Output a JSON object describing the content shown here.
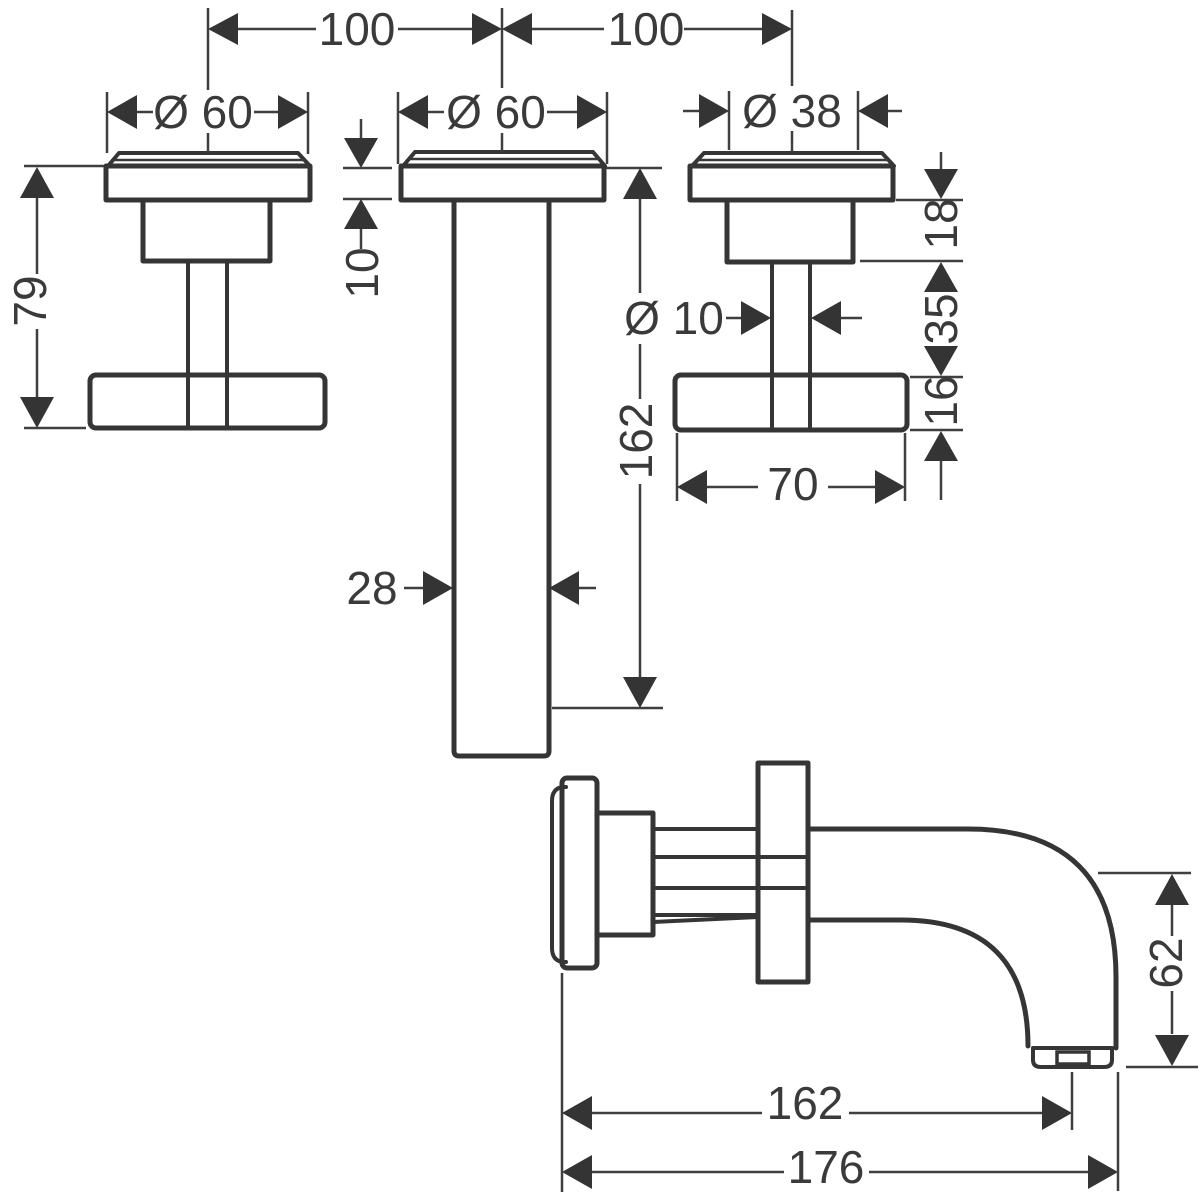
{
  "view_front": {
    "dim_handle_spacing_left": "100",
    "dim_handle_spacing_right": "100",
    "dim_left_escutcheon_diameter": "Ø 60",
    "dim_spout_escutcheon_diameter": "Ø 60",
    "dim_right_handle_body_diameter": "Ø 38",
    "dim_handle_total_height": "79",
    "dim_escutcheon_height": "10",
    "dim_stem_diameter": "Ø 10",
    "dim_spout_tube_length": "162",
    "dim_spout_tube_diameter": "28",
    "dim_escutcheon_to_body": "18",
    "dim_body_to_handle": "35",
    "dim_handle_bar_thickness": "16",
    "dim_handle_bar_length": "70"
  },
  "view_side": {
    "dim_outlet_drop_height": "62",
    "dim_projection_to_outlet_center": "162",
    "dim_projection_overall": "176"
  }
}
